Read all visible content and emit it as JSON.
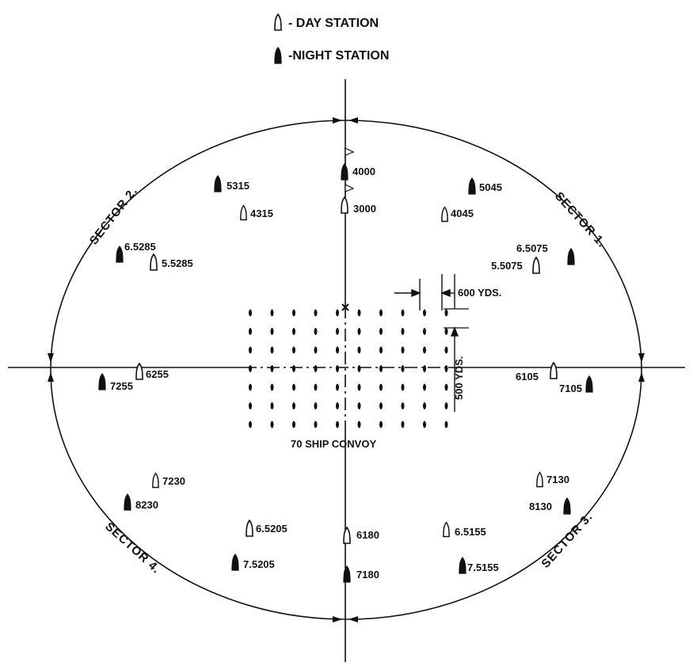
{
  "legend": {
    "day_label": "- DAY STATION",
    "night_label": "-NIGHT STATION"
  },
  "sectors": {
    "s1": "SECTOR 1.",
    "s2": "SECTOR 2.",
    "s3": "SECTOR 3.",
    "s4": "SECTOR 4."
  },
  "convoy_label": "70 SHIP CONVOY",
  "dimensions": {
    "column_spacing": "600 YDS.",
    "row_spacing": "500 YDS."
  },
  "stations": {
    "n4000": "4000",
    "d3000": "3000",
    "n5315": "5315",
    "d4315": "4315",
    "n5045": "5045",
    "d4045": "4045",
    "n65285": "6.5285",
    "d55285": "5.5285",
    "n65075": "6.5075",
    "d55075": "5.5075",
    "d6255": "6255",
    "n7255": "7255",
    "d6105": "6105",
    "n7105": "7105",
    "d7230": "7230",
    "n8230": "8230",
    "d7130": "7130",
    "n8130": "8130",
    "d65205": "6.5205",
    "n75205": "7.5205",
    "d6180": "6180",
    "n7180": "7180",
    "d65155": "6.5155",
    "n75155": "7.5155"
  }
}
